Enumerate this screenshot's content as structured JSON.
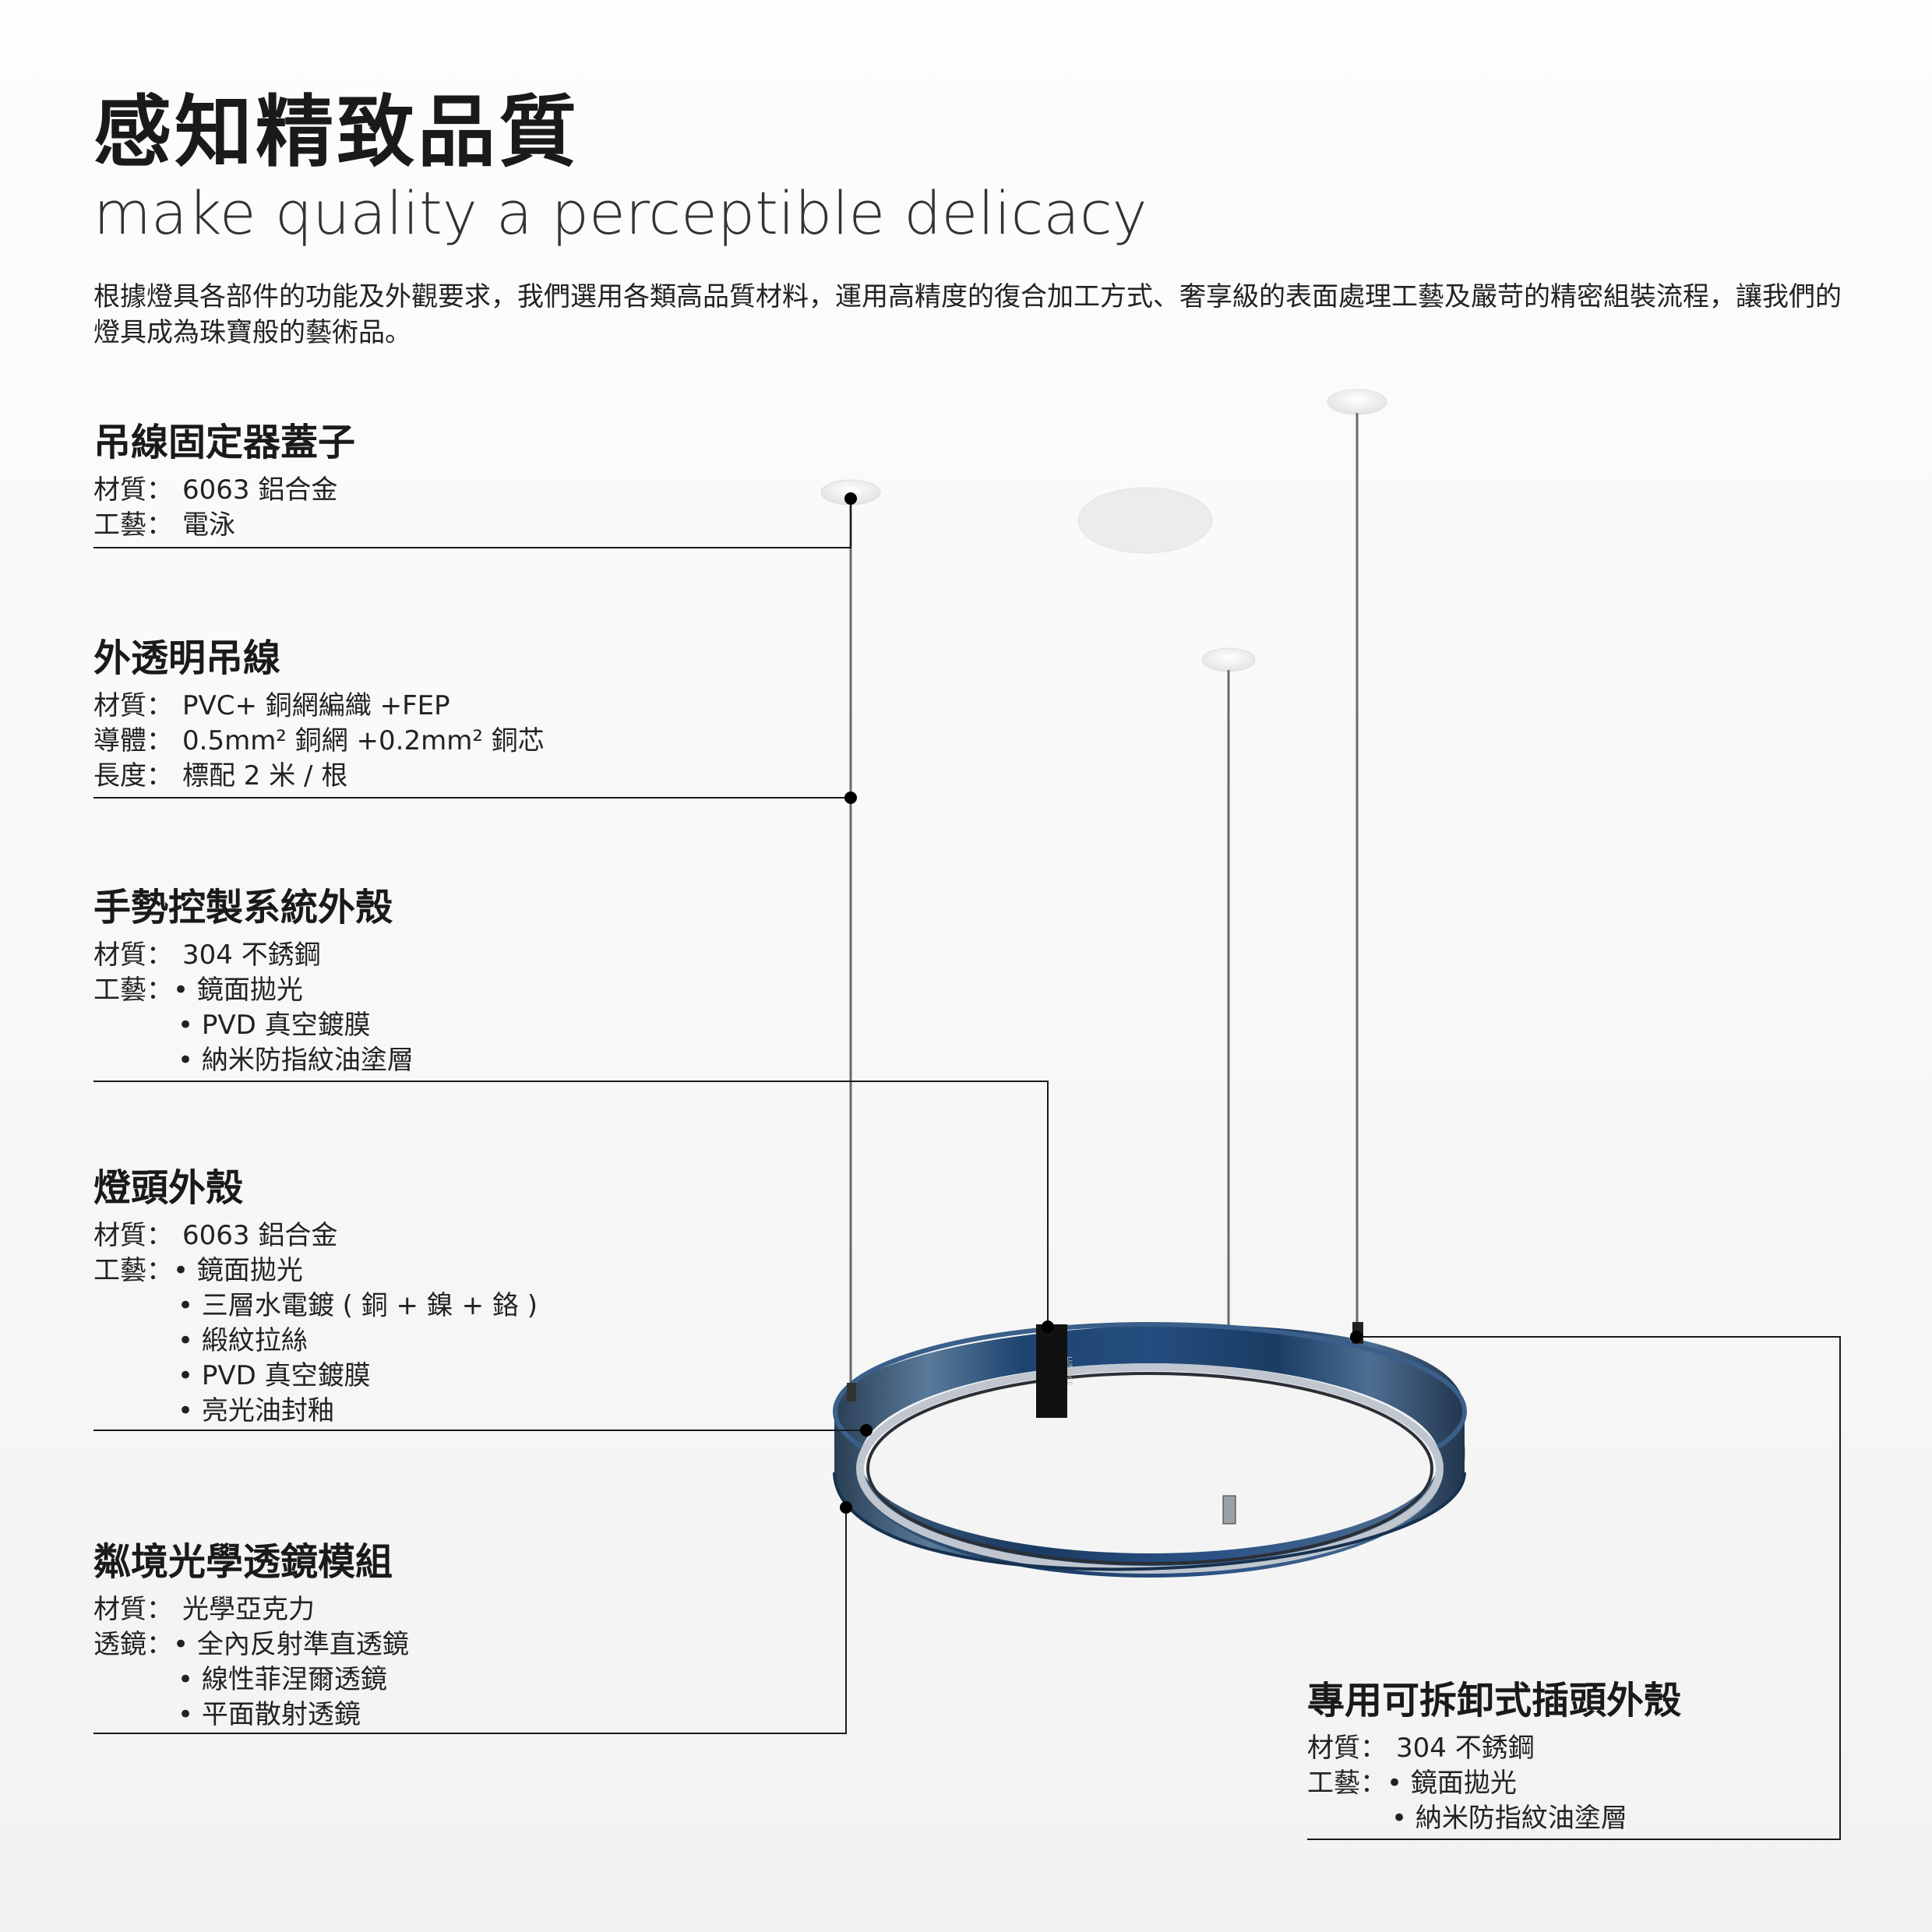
{
  "header": {
    "title": "感知精致品質",
    "subtitle": "make quality a perceptible delicacy",
    "intro": "根據燈具各部件的功能及外觀要求，我們選用各類高品質材料，運用高精度的復合加工方式、奢享級的表面處理工藝及嚴苛的精密組裝流程，讓我們的燈具成為珠寶般的藝術品。"
  },
  "sections": [
    {
      "title": "吊線固定器蓋子",
      "rows": [
        {
          "label": "材質：",
          "value": "6063 鋁合金"
        },
        {
          "label": "工藝：",
          "value": "電泳"
        }
      ]
    },
    {
      "title": "外透明吊線",
      "rows": [
        {
          "label": "材質：",
          "value": "PVC+ 銅網編織 +FEP"
        },
        {
          "label": "導體：",
          "value": "0.5mm² 銅網 +0.2mm² 銅芯"
        },
        {
          "label": "長度：",
          "value": "標配 2 米 / 根"
        }
      ]
    },
    {
      "title": "手勢控製系統外殼",
      "rows": [
        {
          "label": "材質：",
          "value": "304 不銹鋼"
        },
        {
          "label": "工藝：",
          "bullets": [
            "鏡面拋光",
            "PVD 真空鍍膜",
            "納米防指紋油塗層"
          ]
        }
      ]
    },
    {
      "title": "燈頭外殼",
      "rows": [
        {
          "label": "材質：",
          "value": "6063 鋁合金"
        },
        {
          "label": "工藝：",
          "bullets": [
            "鏡面拋光",
            "三層水電鍍 ( 銅 + 鎳 + 鉻 )",
            "緞紋拉絲",
            "PVD 真空鍍膜",
            "亮光油封釉"
          ]
        }
      ]
    },
    {
      "title": "粼境光學透鏡模組",
      "rows": [
        {
          "label": "材質：",
          "value": "光學亞克力"
        },
        {
          "label": "透鏡：",
          "bullets": [
            "全內反射準直透鏡",
            "線性菲涅爾透鏡",
            "平面散射透鏡"
          ]
        }
      ]
    },
    {
      "title": "專用可拆卸式插頭外殼",
      "rows": [
        {
          "label": "材質：",
          "value": "304 不銹鋼"
        },
        {
          "label": "工藝：",
          "bullets": [
            "鏡面拋光",
            "納米防指紋油塗層"
          ]
        }
      ]
    }
  ],
  "product": {
    "brand_mark": "LUMOCE",
    "ring_color": "#1f4a78",
    "ring_color_dark": "#142c49",
    "ceiling_cap_color": "#ffffff"
  }
}
